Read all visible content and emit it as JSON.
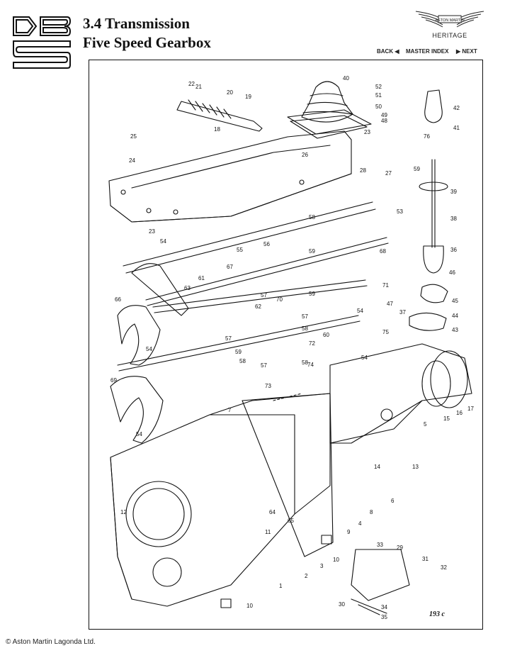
{
  "header": {
    "title_line1": "3.4 Transmission",
    "title_line2": "Five Speed Gearbox"
  },
  "brand": {
    "logo_text": "ASTON MARTIN",
    "subtitle": "HERITAGE"
  },
  "nav": {
    "back": "BACK",
    "master_index": "MASTER INDEX",
    "next": "NEXT"
  },
  "diagram": {
    "reference": "193 c",
    "callouts": [
      "1",
      "2",
      "3",
      "4",
      "5",
      "6",
      "7",
      "8",
      "9",
      "10",
      "10",
      "11",
      "12",
      "13",
      "14",
      "15",
      "16",
      "17",
      "18",
      "19",
      "20",
      "21",
      "22",
      "23",
      "23",
      "24",
      "25",
      "26",
      "27",
      "28",
      "29",
      "30",
      "31",
      "32",
      "33",
      "34",
      "35",
      "36",
      "37",
      "38",
      "39",
      "40",
      "41",
      "42",
      "43",
      "44",
      "45",
      "46",
      "47",
      "48",
      "49",
      "50",
      "51",
      "52",
      "53",
      "54",
      "54",
      "54",
      "54",
      "54",
      "55",
      "56",
      "57",
      "57",
      "57",
      "57",
      "58",
      "58",
      "58",
      "58",
      "59",
      "59",
      "59",
      "59",
      "60",
      "61",
      "62",
      "63",
      "64",
      "65",
      "66",
      "67",
      "68",
      "69",
      "70",
      "71",
      "72",
      "73",
      "74",
      "75",
      "76"
    ]
  },
  "footer": {
    "copyright": "© Aston Martin Lagonda Ltd."
  }
}
